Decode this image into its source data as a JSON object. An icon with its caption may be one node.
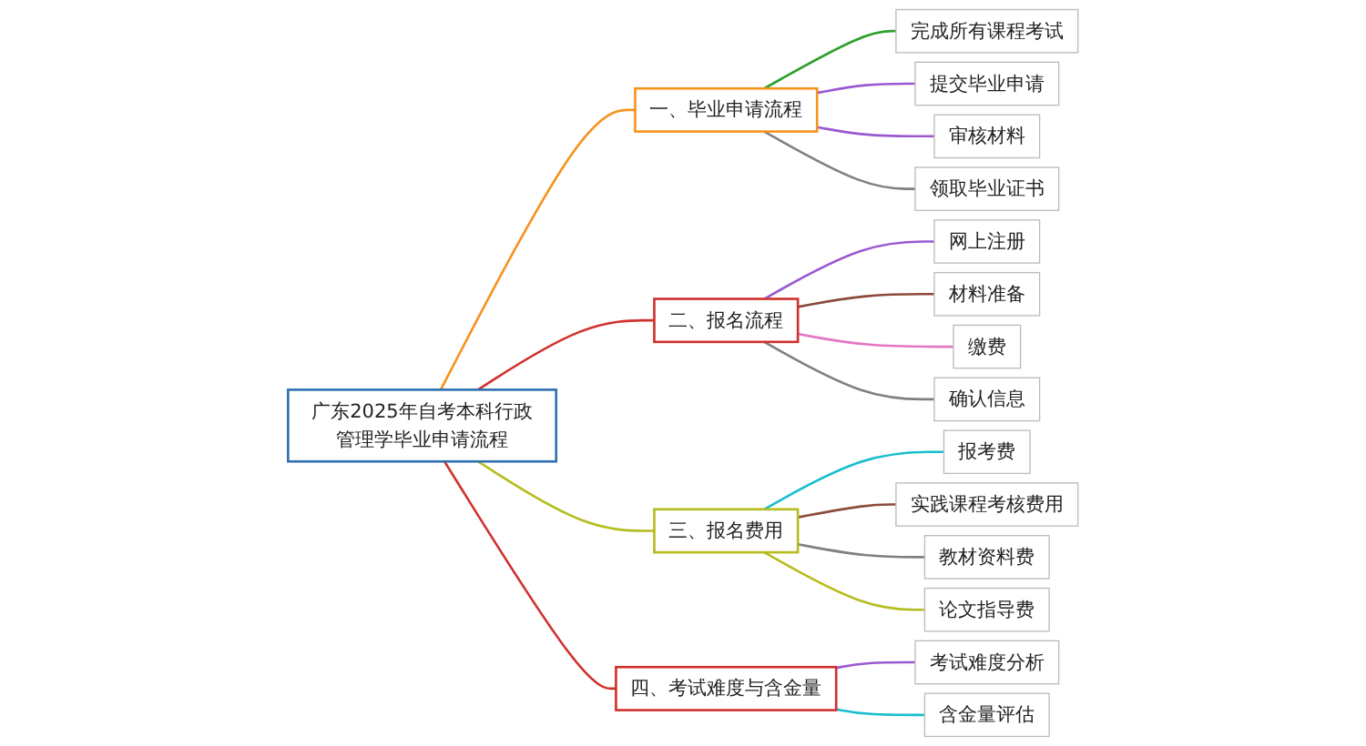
{
  "diagram": {
    "nodes": [
      {
        "text": [
          "广东2025年自考本科行政管理学毕业申请流程"
        ]
      },
      {
        "text": [
          "一、毕业申请流程"
        ]
      },
      {
        "text": [
          "完成所有课程考试"
        ]
      },
      {
        "text": [
          "提交毕业申请"
        ]
      },
      {
        "text": [
          "审核材料"
        ]
      },
      {
        "text": [
          "领取毕业证书"
        ]
      },
      {
        "text": [
          "二、报名流程"
        ]
      },
      {
        "text": [
          "网上注册"
        ]
      },
      {
        "text": [
          "材料准备"
        ]
      },
      {
        "text": [
          "缴费"
        ]
      },
      {
        "text": [
          "确认信息"
        ]
      },
      {
        "text": [
          "三、报名费用"
        ]
      },
      {
        "text": [
          "报考费"
        ]
      },
      {
        "text": [
          "实践课程考核费用"
        ]
      },
      {
        "text": [
          "教材资料费"
        ]
      },
      {
        "text": [
          "论文指导费"
        ]
      },
      {
        "text": [
          "四、考试难度与含金量"
        ]
      },
      {
        "text": [
          "考试难度分析"
        ]
      },
      {
        "text": [
          "含金量评估"
        ]
      }
    ],
    "edges": [
      {
        "from": 0,
        "to": 1,
        "arrow": "none",
        "color": "#f7931e"
      },
      {
        "from": 1,
        "to": 2,
        "arrow": "none",
        "color": "#2ca02c"
      },
      {
        "from": 1,
        "to": 3,
        "arrow": "none",
        "color": "#9b59d0"
      },
      {
        "from": 1,
        "to": 4,
        "arrow": "none",
        "color": "#9b59d0"
      },
      {
        "from": 1,
        "to": 5,
        "arrow": "none",
        "color": "#808080"
      },
      {
        "from": 0,
        "to": 6,
        "arrow": "none",
        "color": "#d0312d"
      },
      {
        "from": 6,
        "to": 7,
        "arrow": "none",
        "color": "#9b59d0"
      },
      {
        "from": 6,
        "to": 8,
        "arrow": "none",
        "color": "#8b4a3c"
      },
      {
        "from": 6,
        "to": 9,
        "arrow": "none",
        "color": "#e377c2"
      },
      {
        "from": 6,
        "to": 10,
        "arrow": "none",
        "color": "#808080"
      },
      {
        "from": 0,
        "to": 11,
        "arrow": "none",
        "color": "#b5bd1e"
      },
      {
        "from": 11,
        "to": 12,
        "arrow": "none",
        "color": "#17becf"
      },
      {
        "from": 11,
        "to": 13,
        "arrow": "none",
        "color": "#8b4a3c"
      },
      {
        "from": 11,
        "to": 14,
        "arrow": "none",
        "color": "#808080"
      },
      {
        "from": 11,
        "to": 15,
        "arrow": "none",
        "color": "#b5bd1e"
      },
      {
        "from": 0,
        "to": 16,
        "arrow": "none",
        "color": "#d0312d"
      },
      {
        "from": 16,
        "to": 17,
        "arrow": "none",
        "color": "#9b59d0"
      },
      {
        "from": 16,
        "to": 18,
        "arrow": "none",
        "color": "#17becf"
      }
    ]
  }
}
